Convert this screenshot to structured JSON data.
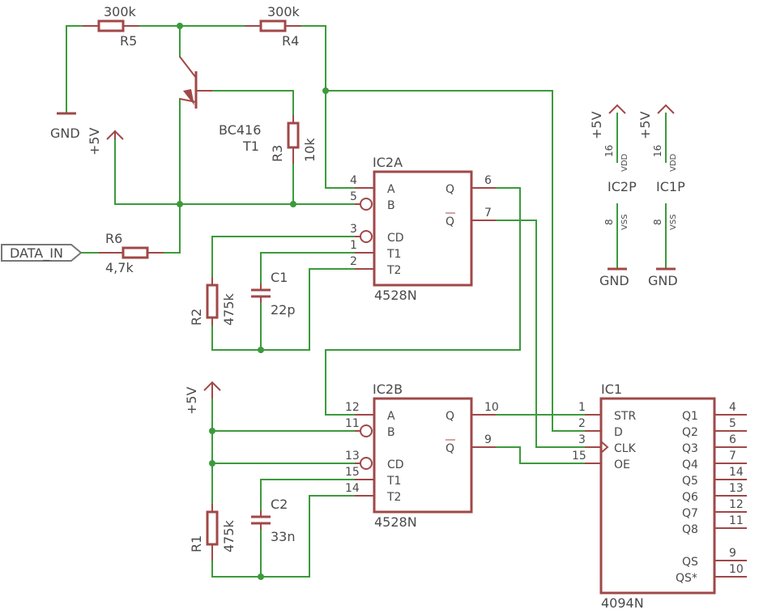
{
  "components": {
    "r5": {
      "ref": "R5",
      "value": "300k"
    },
    "r4": {
      "ref": "R4",
      "value": "300k"
    },
    "r3": {
      "ref": "R3",
      "value": "10k"
    },
    "r6": {
      "ref": "R6",
      "value": "4,7k"
    },
    "r2": {
      "ref": "R2",
      "value": "475k"
    },
    "r1": {
      "ref": "R1",
      "value": "475k"
    },
    "c1": {
      "ref": "C1",
      "value": "22p"
    },
    "c2": {
      "ref": "C2",
      "value": "33n"
    },
    "t1": {
      "ref": "T1",
      "value": "BC416"
    },
    "ic2a": {
      "ref": "IC2A",
      "value": "4528N"
    },
    "ic2b": {
      "ref": "IC2B",
      "value": "4528N"
    },
    "ic1": {
      "ref": "IC1",
      "value": "4094N"
    },
    "ic2p": {
      "ref": "IC2P",
      "vdd_pin": "16",
      "vss_pin": "8",
      "vdd_label": "VDD",
      "vss_label": "VSS"
    },
    "ic1p": {
      "ref": "IC1P",
      "vdd_pin": "16",
      "vss_pin": "8",
      "vdd_label": "VDD",
      "vss_label": "VSS"
    }
  },
  "supplies": {
    "gnd": "GND",
    "vcc": "+5V"
  },
  "port": {
    "data_in": "DATA_IN"
  },
  "ic2a_pins": {
    "left": [
      {
        "num": "4",
        "name": "A"
      },
      {
        "num": "5",
        "name": "B"
      },
      {
        "num": "3",
        "name": "CD"
      },
      {
        "num": "1",
        "name": "T1"
      },
      {
        "num": "2",
        "name": "T2"
      }
    ],
    "right": [
      {
        "num": "6",
        "name": "Q"
      },
      {
        "num": "7",
        "name": "Q"
      }
    ]
  },
  "ic2b_pins": {
    "left": [
      {
        "num": "12",
        "name": "A"
      },
      {
        "num": "11",
        "name": "B"
      },
      {
        "num": "13",
        "name": "CD"
      },
      {
        "num": "15",
        "name": "T1"
      },
      {
        "num": "14",
        "name": "T2"
      }
    ],
    "right": [
      {
        "num": "10",
        "name": "Q"
      },
      {
        "num": "9",
        "name": "Q"
      }
    ]
  },
  "ic1_pins": {
    "left": [
      {
        "num": "1",
        "name": "STR"
      },
      {
        "num": "2",
        "name": "D"
      },
      {
        "num": "3",
        "name": "CLK"
      },
      {
        "num": "15",
        "name": "OE"
      }
    ],
    "right": [
      {
        "num": "4",
        "name": "Q1"
      },
      {
        "num": "5",
        "name": "Q2"
      },
      {
        "num": "6",
        "name": "Q3"
      },
      {
        "num": "7",
        "name": "Q4"
      },
      {
        "num": "14",
        "name": "Q5"
      },
      {
        "num": "13",
        "name": "Q6"
      },
      {
        "num": "12",
        "name": "Q7"
      },
      {
        "num": "11",
        "name": "Q8"
      },
      {
        "num": "9",
        "name": "QS"
      },
      {
        "num": "10",
        "name": "QS*"
      }
    ]
  }
}
